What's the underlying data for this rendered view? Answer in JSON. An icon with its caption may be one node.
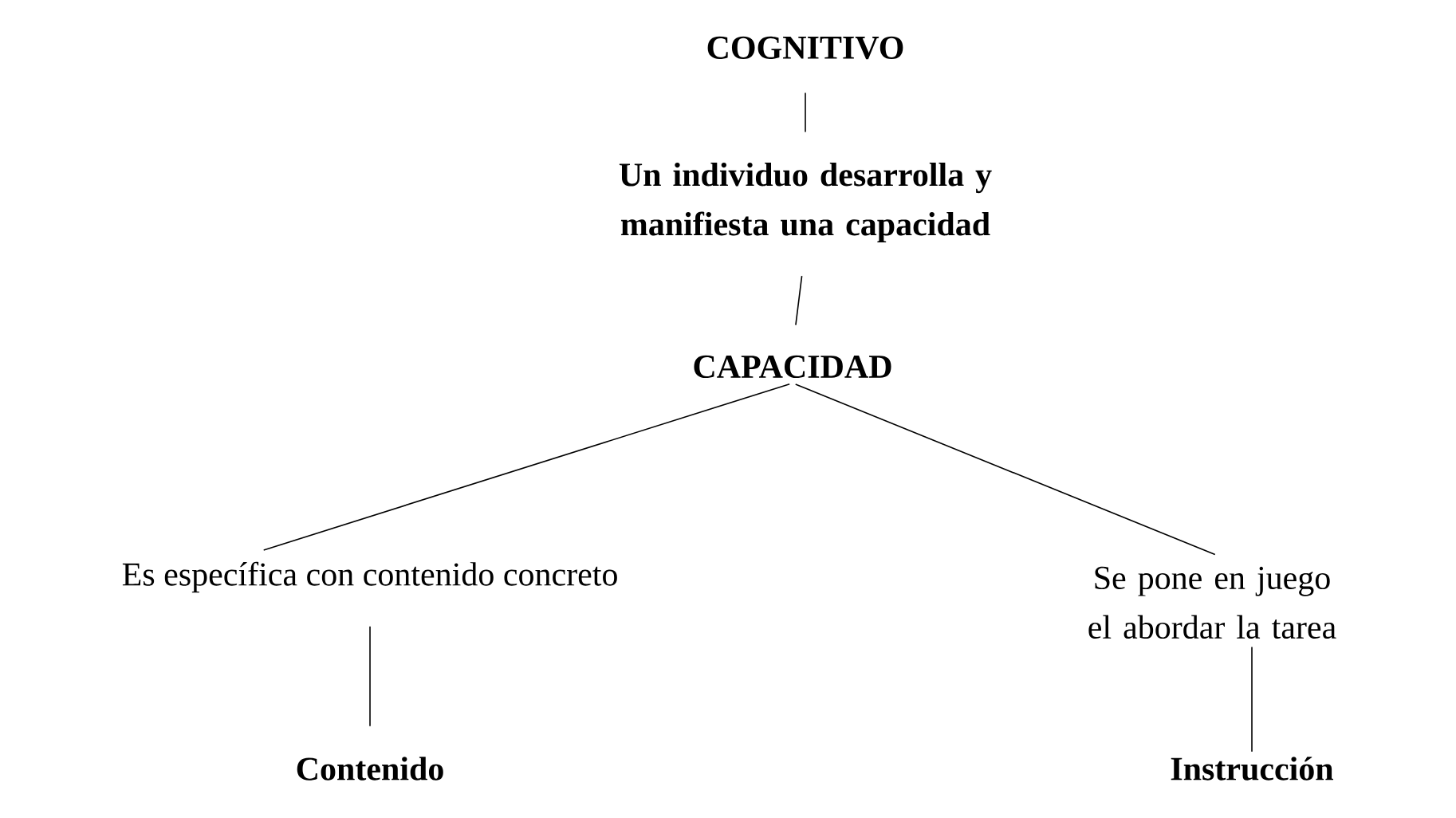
{
  "diagram": {
    "nodes": [
      {
        "text": [
          "COGNITIVO"
        ]
      },
      {
        "text": [
          "Un individuo desarrolla y manifiesta una capacidad"
        ]
      },
      {
        "text": [
          "CAPACIDAD"
        ]
      },
      {
        "text": [
          "Es específica con contenido concreto"
        ]
      },
      {
        "text": [
          "Se pone en juego el abordar la tarea"
        ]
      },
      {
        "text": [
          "Contenido"
        ]
      },
      {
        "text": [
          "Instrucción"
        ]
      }
    ],
    "edges": [
      {
        "from": 0,
        "to": 1,
        "arrow": "none"
      },
      {
        "from": 1,
        "to": 2,
        "arrow": "none"
      },
      {
        "from": 2,
        "to": 3,
        "arrow": "none"
      },
      {
        "from": 2,
        "to": 4,
        "arrow": "none"
      },
      {
        "from": 3,
        "to": 5,
        "arrow": "none"
      },
      {
        "from": 4,
        "to": 6,
        "arrow": "none"
      }
    ]
  }
}
